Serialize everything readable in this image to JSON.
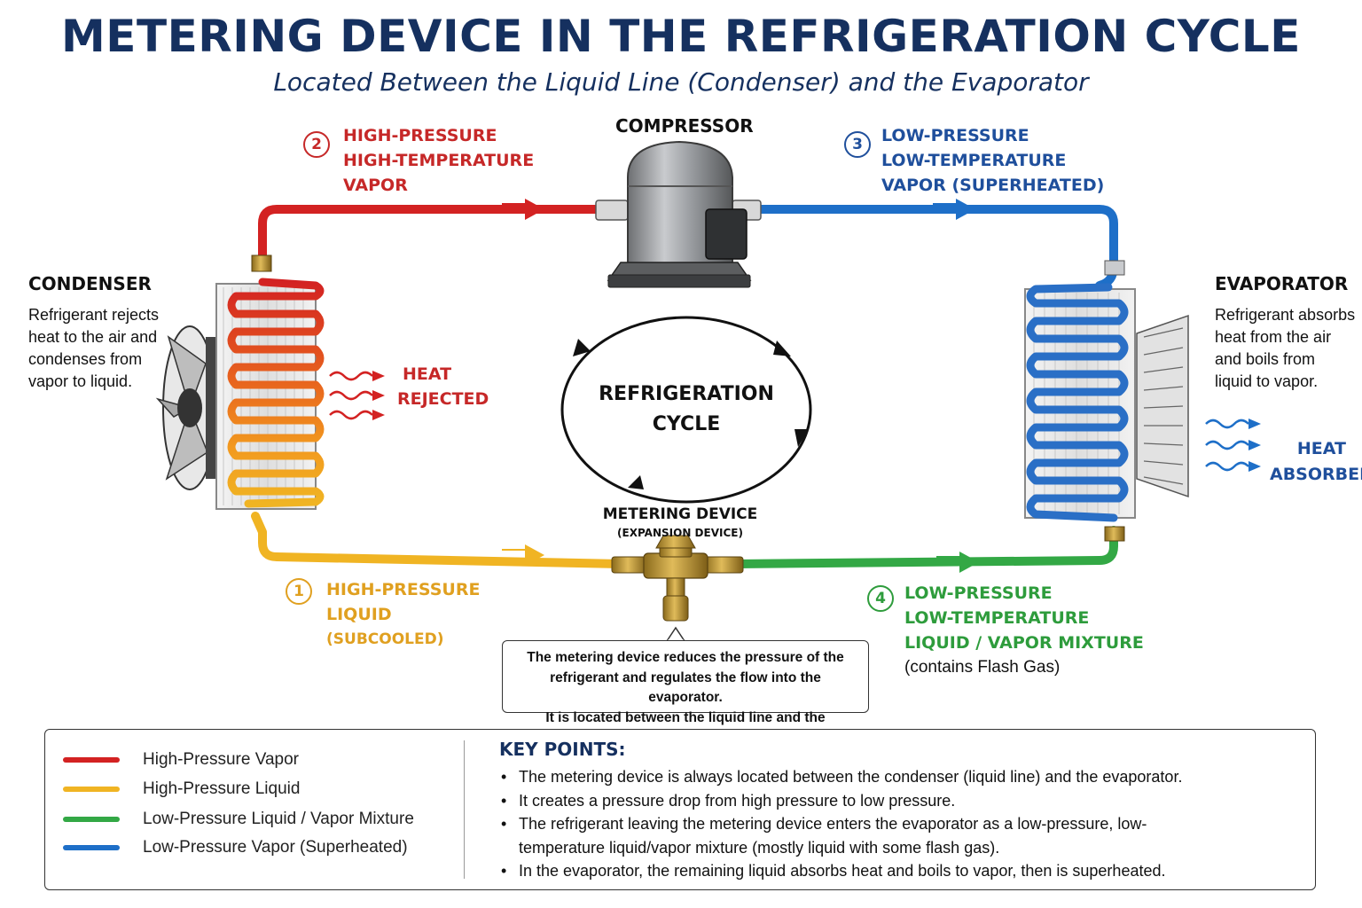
{
  "header": {
    "title": "METERING DEVICE IN THE REFRIGERATION CYCLE",
    "subtitle": "Located Between the Liquid Line (Condenser) and the Evaporator"
  },
  "compressor": {
    "label": "COMPRESSOR"
  },
  "condenser": {
    "label": "CONDENSER",
    "desc": [
      "Refrigerant rejects",
      "heat to the air and",
      "condenses from",
      "vapor to liquid."
    ],
    "heat": [
      "HEAT",
      "REJECTED"
    ]
  },
  "evaporator": {
    "label": "EVAPORATOR",
    "desc": [
      "Refrigerant absorbs",
      "heat from the air",
      "and boils from",
      "liquid to vapor."
    ],
    "heat": [
      "HEAT",
      "ABSORBED"
    ]
  },
  "cycle": {
    "line1": "REFRIGERATION",
    "line2": "CYCLE"
  },
  "metering": {
    "label": "METERING DEVICE",
    "sublabel": "(EXPANSION DEVICE)"
  },
  "states": [
    {
      "num": "1",
      "lines": [
        "HIGH-PRESSURE",
        "LIQUID",
        "(SUBCOOLED)"
      ]
    },
    {
      "num": "2",
      "lines": [
        "HIGH-PRESSURE",
        "HIGH-TEMPERATURE",
        "VAPOR"
      ]
    },
    {
      "num": "3",
      "lines": [
        "LOW-PRESSURE",
        "LOW-TEMPERATURE",
        "VAPOR (SUPERHEATED)"
      ]
    },
    {
      "num": "4",
      "lines": [
        "LOW-PRESSURE",
        "LOW-TEMPERATURE",
        "LIQUID / VAPOR MIXTURE",
        "(contains Flash Gas)"
      ]
    }
  ],
  "callout": {
    "line1_pre": "The ",
    "line1_strong": "metering device",
    "line1_post": " reduces the pressure of the",
    "line2": "refrigerant and regulates the flow into the evaporator.",
    "line3": "It is located between the liquid line and the evaporator."
  },
  "legend": [
    {
      "label": "High-Pressure Vapor",
      "color": "#d32222"
    },
    {
      "label": "High-Pressure Liquid",
      "color": "#f0b423"
    },
    {
      "label": "Low-Pressure Liquid / Vapor Mixture",
      "color": "#33a845"
    },
    {
      "label": "Low-Pressure Vapor (Superheated)",
      "color": "#1e6fc8"
    }
  ],
  "key_points": {
    "title": "KEY POINTS:",
    "items": [
      "The metering device is always located between the condenser (liquid line) and the evaporator.",
      "It creates a pressure drop from high pressure to low pressure.",
      "The refrigerant leaving the metering device enters the evaporator as a low-pressure, low-temperature liquid/vapor mixture (mostly liquid with some flash gas).",
      "In the evaporator, the remaining liquid absorbs heat and boils to vapor, then is superheated."
    ]
  },
  "colors": {
    "title": "#15305f",
    "high_pressure_vapor": "#d32222",
    "high_pressure_liquid": "#f0b423",
    "low_pressure_mix": "#33a845",
    "low_pressure_vapor": "#1e6fc8"
  }
}
